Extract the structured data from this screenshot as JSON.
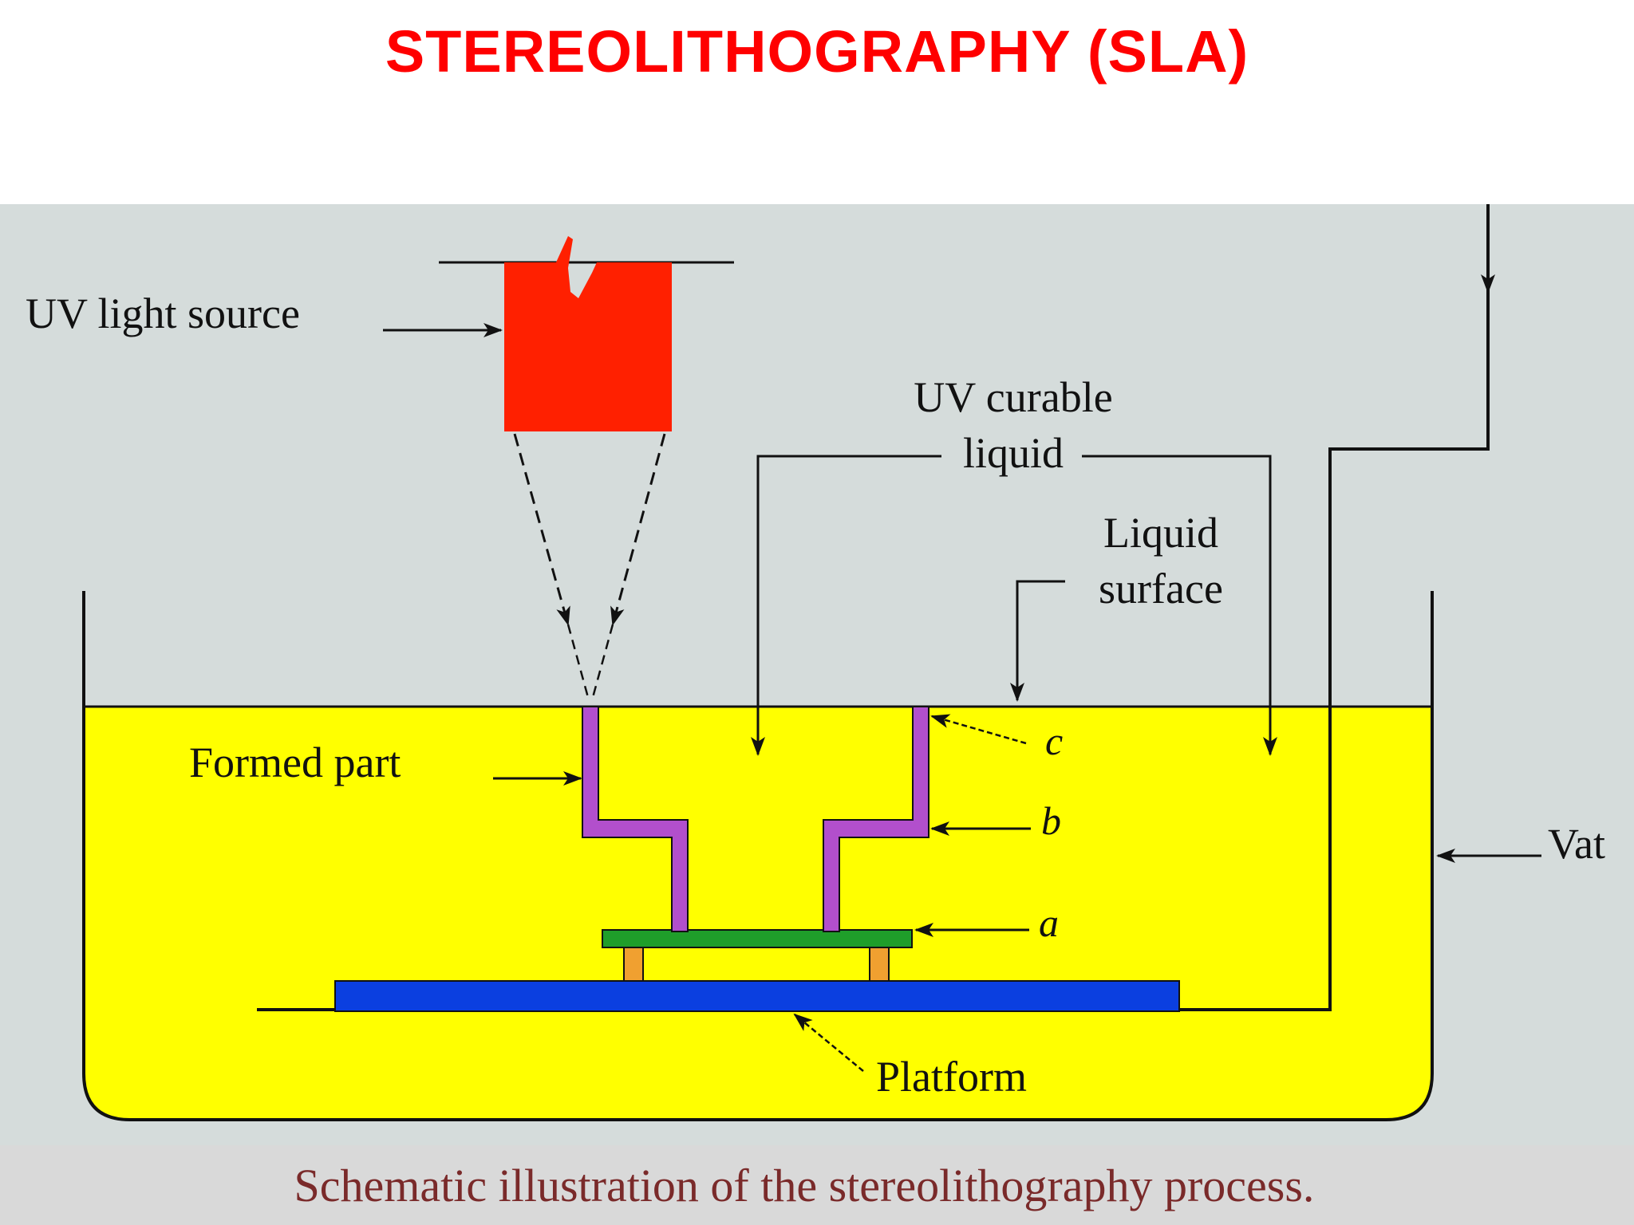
{
  "title": "STEREOLITHOGRAPHY (SLA)",
  "colors": {
    "title": "#ff0000",
    "panel_background": "#d5dcdb",
    "caption_background": "#d9d9d9",
    "liquid": "#ffff00",
    "uv_source": "#ff2000",
    "formed_part": "#b24fcc",
    "layer_a": "#1f9e2a",
    "supports": "#f0a030",
    "platform": "#0b3fe0",
    "caption_text": "#7a2a2a"
  },
  "labels": {
    "uv_light_source": "UV light source",
    "uv_curable_line1": "UV curable",
    "uv_curable_line2": "liquid",
    "liquid_surface_line1": "Liquid",
    "liquid_surface_line2": "surface",
    "formed_part": "Formed part",
    "layer_c": "c",
    "layer_b": "b",
    "layer_a": "a",
    "vat": "Vat",
    "platform": "Platform"
  },
  "caption": "Schematic illustration of the stereolithography process."
}
